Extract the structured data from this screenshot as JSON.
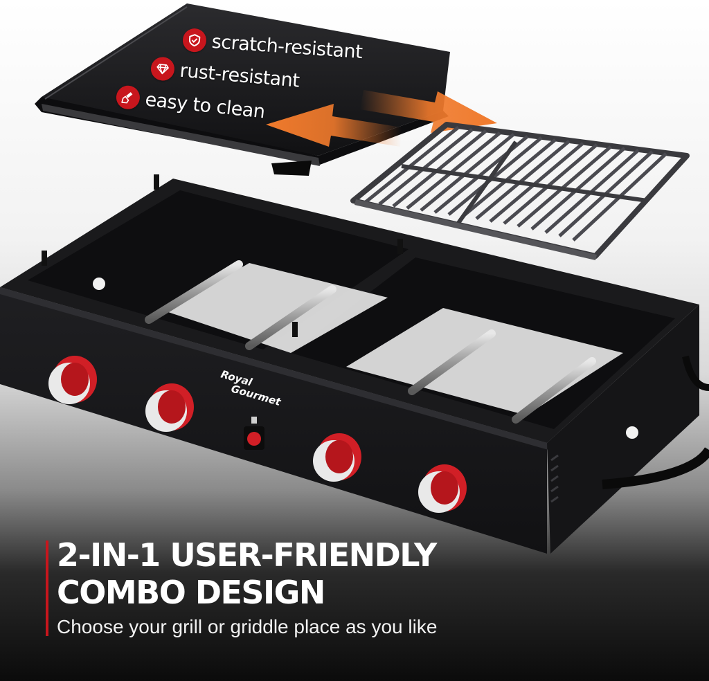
{
  "features": [
    {
      "label": "scratch-resistant",
      "icon": "shield-check-icon"
    },
    {
      "label": "rust-resistant",
      "icon": "diamond-icon"
    },
    {
      "label": "easy to clean",
      "icon": "brush-icon"
    }
  ],
  "brand": {
    "line1": "Royal",
    "line2": "Gourmet"
  },
  "headline": {
    "line1": "2-IN-1 USER-FRIENDLY",
    "line2": "COMBO DESIGN"
  },
  "subtitle": "Choose your grill or griddle place as you like",
  "colors": {
    "accent": "#c8161d",
    "arrow": "#f07a2c",
    "body": "#1c1c1e",
    "knob": "#d11f26"
  }
}
